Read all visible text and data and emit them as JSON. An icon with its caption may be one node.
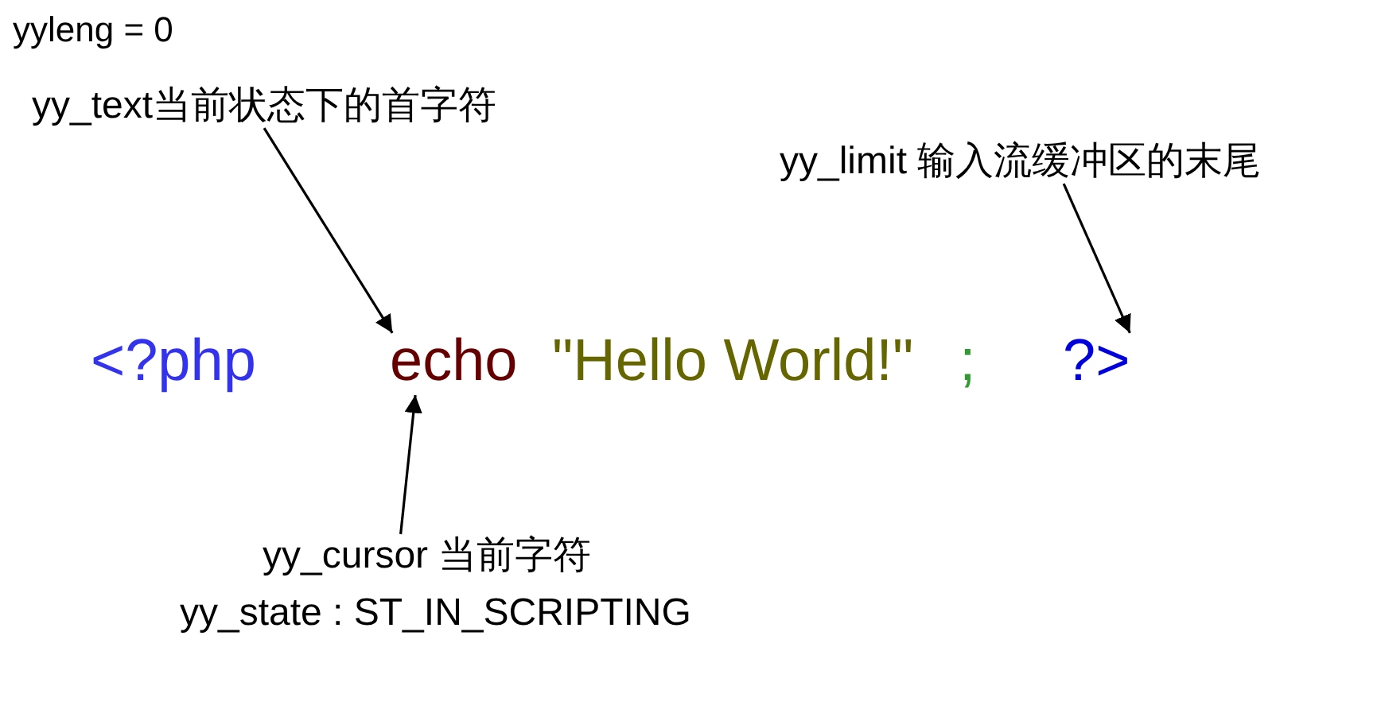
{
  "diagram": {
    "nodes": [
      {
        "text": [
          "yy_text当前状态下的首字符"
        ]
      },
      {
        "text": [
          "yy_limit 输入流缓冲区的末尾"
        ]
      },
      {
        "text": [
          "echo"
        ]
      },
      {
        "text": [
          "?>"
        ]
      },
      {
        "text": [
          "yy_cursor 当前字符"
        ]
      }
    ],
    "edges": [
      {
        "from": 0,
        "to": 2,
        "arrow": "to"
      },
      {
        "from": 1,
        "to": 3,
        "arrow": "to"
      },
      {
        "from": 4,
        "to": 2,
        "arrow": "to"
      }
    ],
    "labels": [
      "yyleng = 0",
      "<?php",
      "\"Hello World!\"",
      ";",
      "yy_state : ST_IN_SCRIPTING"
    ]
  }
}
